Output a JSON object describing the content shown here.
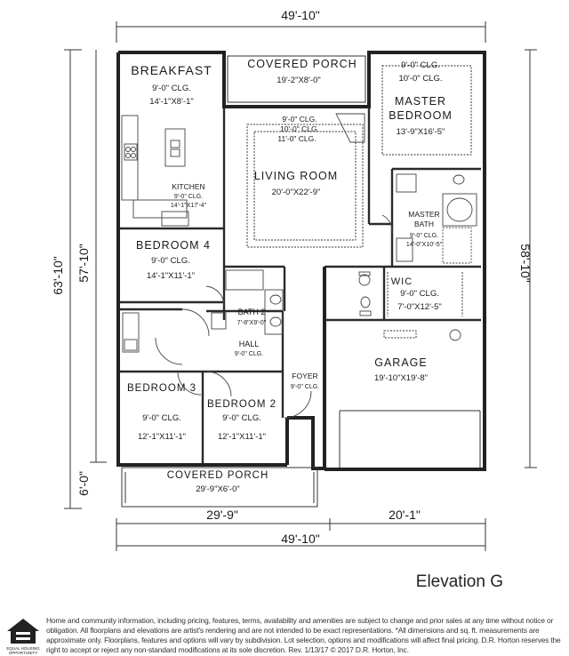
{
  "dimensions": {
    "top_overall": "49'-10\"",
    "bottom_overall": "49'-10\"",
    "bottom_left": "29'-9\"",
    "bottom_right": "20'-1\"",
    "left_overall": "63'-10\"",
    "left_house": "57'-10\"",
    "left_porch": "6'-0\"",
    "right_garage": "58'-10\""
  },
  "rooms": {
    "breakfast": {
      "name": "BREAKFAST",
      "clg": "9'-0\" CLG.",
      "size": "14'-1\"X8'-1\""
    },
    "covered_porch_rear": {
      "name": "COVERED PORCH",
      "size": "19'-2\"X8'-0\""
    },
    "master_bedroom": {
      "clg": "9'-0\" CLG.",
      "clg2": "10'-0\" CLG.",
      "name1": "MASTER",
      "name2": "BEDROOM",
      "size": "13'-9\"X16'-5\""
    },
    "living_room": {
      "clg": "9'-0\" CLG.",
      "clg2": "10'-0\" CLG.",
      "clg3": "11'-0\" CLG.",
      "name": "LIVING ROOM",
      "size": "20'-0\"X22'-9\""
    },
    "kitchen": {
      "name": "KITCHEN",
      "clg": "9'-0\" CLG.",
      "size": "14'-1\"X17'-4\""
    },
    "master_bath": {
      "name1": "MASTER",
      "name2": "BATH",
      "clg": "9'-0\" CLG.",
      "size": "14'-0\"X10'-5\""
    },
    "bedroom_4": {
      "name": "BEDROOM 4",
      "clg": "9'-0\" CLG.",
      "size": "14'-1\"X11'-1\""
    },
    "wic": {
      "name": "WIC",
      "clg": "9'-0\" CLG.",
      "size": "7'-0\"X12'-5\""
    },
    "bath_2": {
      "name": "BATH 2",
      "size": "7'-8\"X9'-0\""
    },
    "hall": {
      "name": "HALL",
      "clg": "9'-0\" CLG."
    },
    "garage": {
      "name": "GARAGE",
      "size": "19'-10\"X19'-8\""
    },
    "foyer": {
      "name": "FOYER",
      "clg": "9'-0\" CLG."
    },
    "bedroom_3": {
      "name": "BEDROOM 3",
      "clg": "9'-0\" CLG.",
      "size": "12'-1\"X11'-1\""
    },
    "bedroom_2": {
      "name": "BEDROOM 2",
      "clg": "9'-0\" CLG.",
      "size": "12'-1\"X11'-1\""
    },
    "covered_porch_front": {
      "name": "COVERED PORCH",
      "size": "29'-9\"X6'-0\""
    }
  },
  "elevation_label": "Elevation G",
  "equal_housing": "EQUAL HOUSING OPPORTUNITY",
  "disclaimer": "Home and community information, including pricing, features, terms, availability and amenities are subject to change and prior sales at any time without notice or obligation. All floorplans and elevations are artist's rendering and are not intended to be exact representations. *All dimensions and sq. ft. measurements are approximate only. Floorplans, features and options will vary by subdivision. Lot selection, options and modifications will affect final pricing. D.R. Horton reserves the right to accept or reject any non-standard modifications at its sole discretion. Rev. 1/13/17 © 2017 D.R. Horton, Inc."
}
